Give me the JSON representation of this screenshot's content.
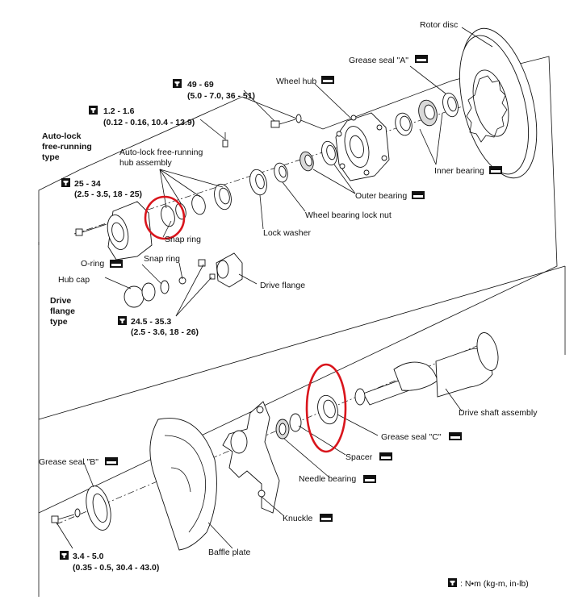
{
  "labels": {
    "rotor_disc": "Rotor disc",
    "grease_seal_a": "Grease seal \"A\"",
    "wheel_hub": "Wheel hub",
    "inner_bearing": "Inner bearing",
    "outer_bearing": "Outer bearing",
    "wheel_bearing_lock_nut": "Wheel bearing lock nut",
    "lock_washer": "Lock washer",
    "auto_lock_assembly_1": "Auto-lock free-running",
    "auto_lock_assembly_2": "hub assembly",
    "snap_ring_1": "Snap ring",
    "snap_ring_2": "Snap ring",
    "o_ring": "O-ring",
    "hub_cap": "Hub cap",
    "drive_flange": "Drive flange",
    "drive_shaft_assembly": "Drive shaft assembly",
    "grease_seal_c": "Grease seal \"C\"",
    "spacer": "Spacer",
    "needle_bearing": "Needle bearing",
    "knuckle": "Knuckle",
    "baffle_plate": "Baffle plate",
    "grease_seal_b": "Grease seal \"B\""
  },
  "types": {
    "auto_lock_1": "Auto-lock",
    "auto_lock_2": "free-running",
    "auto_lock_3": "type",
    "drive_flange_1": "Drive",
    "drive_flange_2": "flange",
    "drive_flange_3": "type"
  },
  "torques": {
    "t1_main": "49 - 69",
    "t1_sub": "(5.0 - 7.0, 36 - 51)",
    "t2_main": "1.2 - 1.6",
    "t2_sub": "(0.12 - 0.16, 10.4 - 13.9)",
    "t3_main": "25 - 34",
    "t3_sub": "(2.5 - 3.5, 18 - 25)",
    "t4_main": "24.5 - 35.3",
    "t4_sub": "(2.5 - 3.6, 18 - 26)",
    "t5_main": "3.4 - 5.0",
    "t5_sub": "(0.35 - 0.5, 30.4 - 43.0)"
  },
  "legend": ": N•m (kg-m, in-lb)",
  "highlight_color": "#d9151c"
}
